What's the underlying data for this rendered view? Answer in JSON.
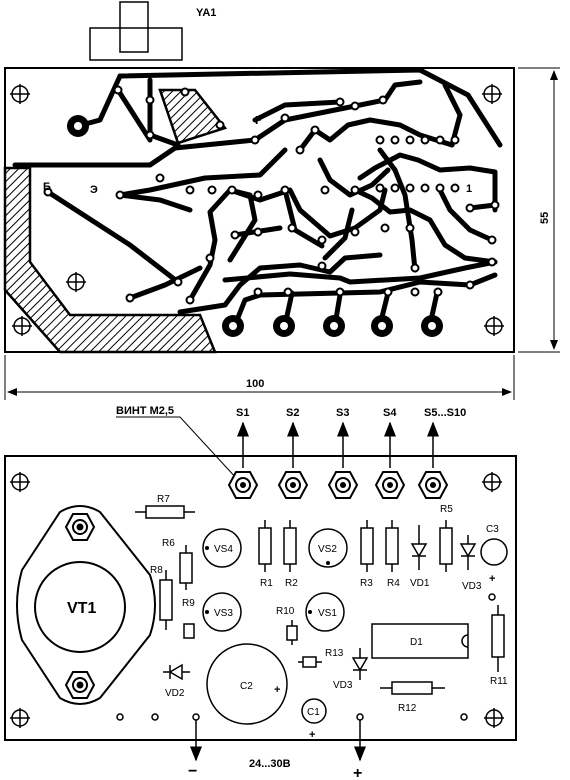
{
  "top_view": {
    "relay_label": "YA1",
    "pad_label_b": "Б",
    "pad_label_e": "Э",
    "pin1_label": "1",
    "plus_mark": "+"
  },
  "dimensions": {
    "width_value": "100",
    "height_value": "55"
  },
  "bottom_view": {
    "screw_label": "ВИНТ М2,5",
    "terminals": [
      "S1",
      "S2",
      "S3",
      "S4",
      "S5...S10"
    ],
    "transistor": "VT1",
    "resistors": {
      "r1": "R1",
      "r2": "R2",
      "r3": "R3",
      "r4": "R4",
      "r5": "R5",
      "r6": "R6",
      "r7": "R7",
      "r8": "R8",
      "r9": "R9",
      "r10": "R10",
      "r11": "R11",
      "r12": "R12",
      "r13": "R13"
    },
    "thyristors": {
      "vs1": "VS1",
      "vs2": "VS2",
      "vs3": "VS3",
      "vs4": "VS4"
    },
    "diodes": {
      "vd1": "VD1",
      "vd2": "VD2",
      "vd3a": "VD3",
      "vd3b": "VD3"
    },
    "capacitors": {
      "c1": "C1",
      "c2": "C2",
      "c3": "C3"
    },
    "chip": "D1",
    "supply_voltage": "24...30В",
    "minus_sign": "−",
    "plus_sign": "+"
  }
}
